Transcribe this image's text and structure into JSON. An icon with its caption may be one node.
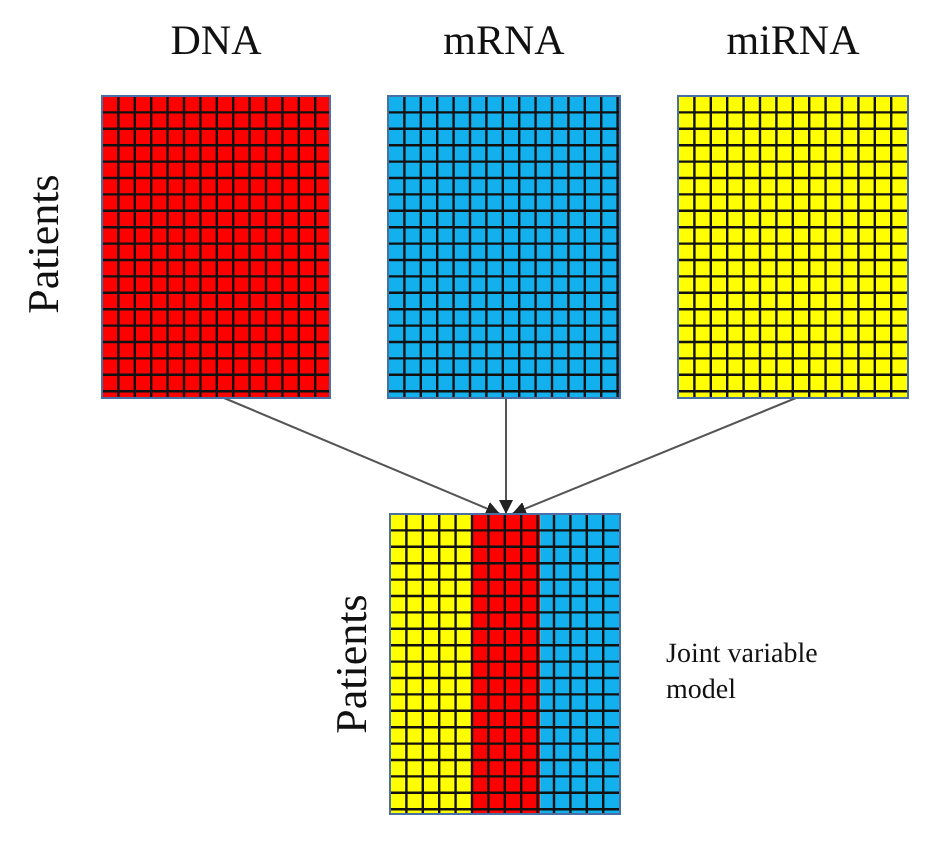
{
  "diagram": {
    "nodes": [
      {
        "text": [
          "DNA"
        ]
      },
      {
        "text": [
          "mRNA"
        ]
      },
      {
        "text": [
          "miRNA"
        ]
      },
      {
        "text": [],
        "shape": "box",
        "beside": [
          "Joint variable model"
        ]
      }
    ],
    "edges": [
      {
        "from": 0,
        "to": 3,
        "arrow": "to"
      },
      {
        "from": 1,
        "to": 3,
        "arrow": "to"
      },
      {
        "from": 2,
        "to": 3,
        "arrow": "to"
      }
    ],
    "labels": [
      "Patients",
      "Patients"
    ]
  }
}
